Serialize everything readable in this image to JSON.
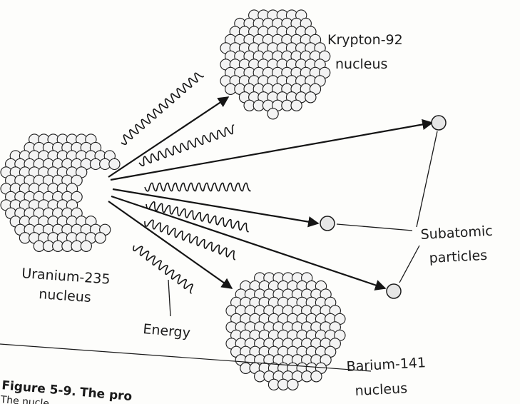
{
  "diagram": {
    "labels": {
      "krypton_line1": "Krypton-92",
      "krypton_line2": "nucleus",
      "uranium_line1": "Uranium-235",
      "uranium_line2": "nucleus",
      "barium_line1": "Barium-141",
      "barium_line2": "nucleus",
      "subatomic_line1": "Subatomic",
      "subatomic_line2": "particles",
      "energy": "Energy"
    },
    "caption": {
      "figure_label": "Figure 5-9.",
      "title_fragment": "The pro",
      "second_line": "The nucle"
    },
    "colors": {
      "ink": "#151515",
      "sphere_fill": "#f3f3f3",
      "particle_fill": "#e6e6e6",
      "paper": "#fdfdfb"
    }
  }
}
